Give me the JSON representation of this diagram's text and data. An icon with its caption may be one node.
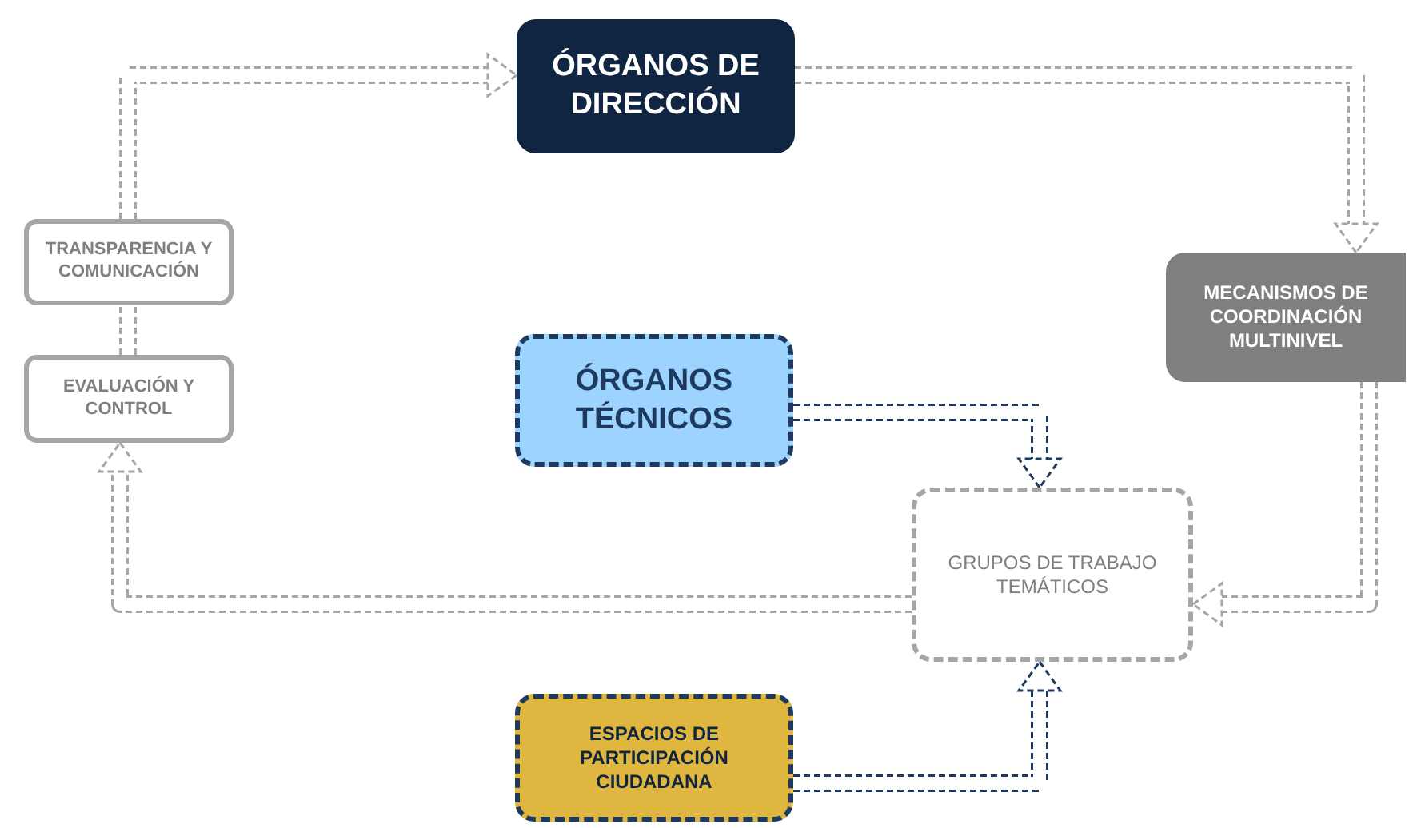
{
  "diagram": {
    "nodes": [
      {
        "text": [
          "ÓRGANOS DE DIRECCIÓN"
        ]
      },
      {
        "text": [
          "MECANISMOS DE COORDINACIÓN MULTINIVEL"
        ]
      },
      {
        "text": [
          "TRANSPARENCIA Y COMUNICACIÓN"
        ]
      },
      {
        "text": [
          "EVALUACIÓN Y CONTROL"
        ]
      },
      {
        "text": [
          "ÓRGANOS TÉCNICOS"
        ]
      },
      {
        "text": [
          "GRUPOS DE TRABAJO TEMÁTICOS"
        ]
      },
      {
        "text": [
          "ESPACIOS DE PARTICIPACIÓN CIUDADANA"
        ]
      }
    ],
    "edges": [
      {
        "from": 0,
        "to": 1,
        "arrow": "to"
      },
      {
        "from": 1,
        "to": 5,
        "arrow": "to"
      },
      {
        "from": 4,
        "to": 5,
        "arrow": "to",
        "color": "#1f3a5f"
      },
      {
        "from": 6,
        "to": 5,
        "arrow": "to",
        "color": "#1f3a5f"
      },
      {
        "from": 5,
        "to": 3,
        "arrow": "to"
      },
      {
        "from": 3,
        "to": 2,
        "arrow": "none"
      },
      {
        "from": 2,
        "to": 0,
        "arrow": "to"
      }
    ]
  }
}
